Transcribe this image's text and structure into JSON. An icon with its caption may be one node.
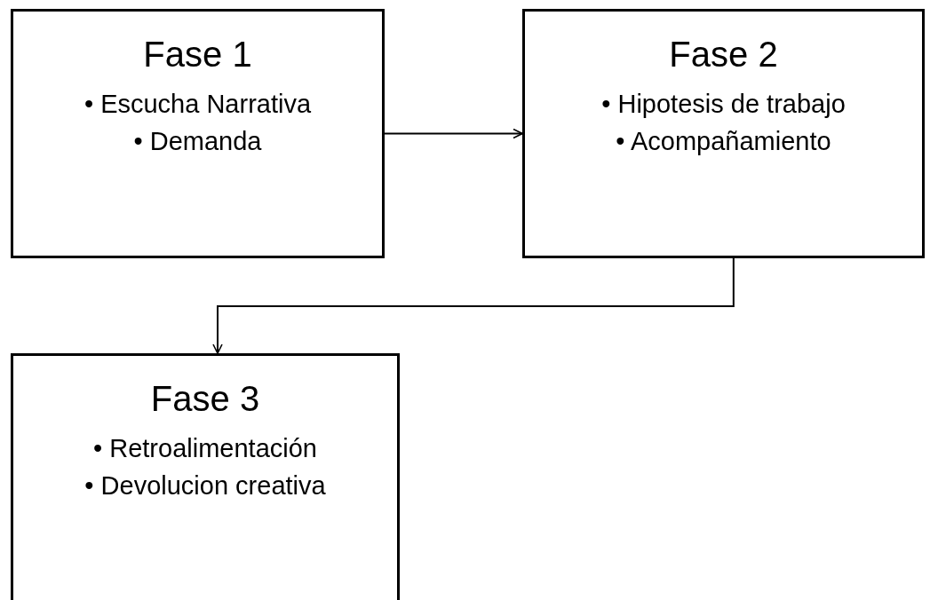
{
  "diagram": {
    "nodes": [
      {
        "text": [
          "Fase 1",
          "• Escucha Narrativa",
          "• Demanda"
        ]
      },
      {
        "text": [
          "Fase 2",
          "• Hipotesis de trabajo",
          "• Acompañamiento"
        ]
      },
      {
        "text": [
          "Fase 3",
          "• Retroalimentación",
          "• Devolucion creativa"
        ]
      }
    ],
    "edges": [
      {
        "from": 0,
        "to": 1,
        "arrow": "to"
      },
      {
        "from": 1,
        "to": 2,
        "arrow": "to"
      }
    ]
  }
}
